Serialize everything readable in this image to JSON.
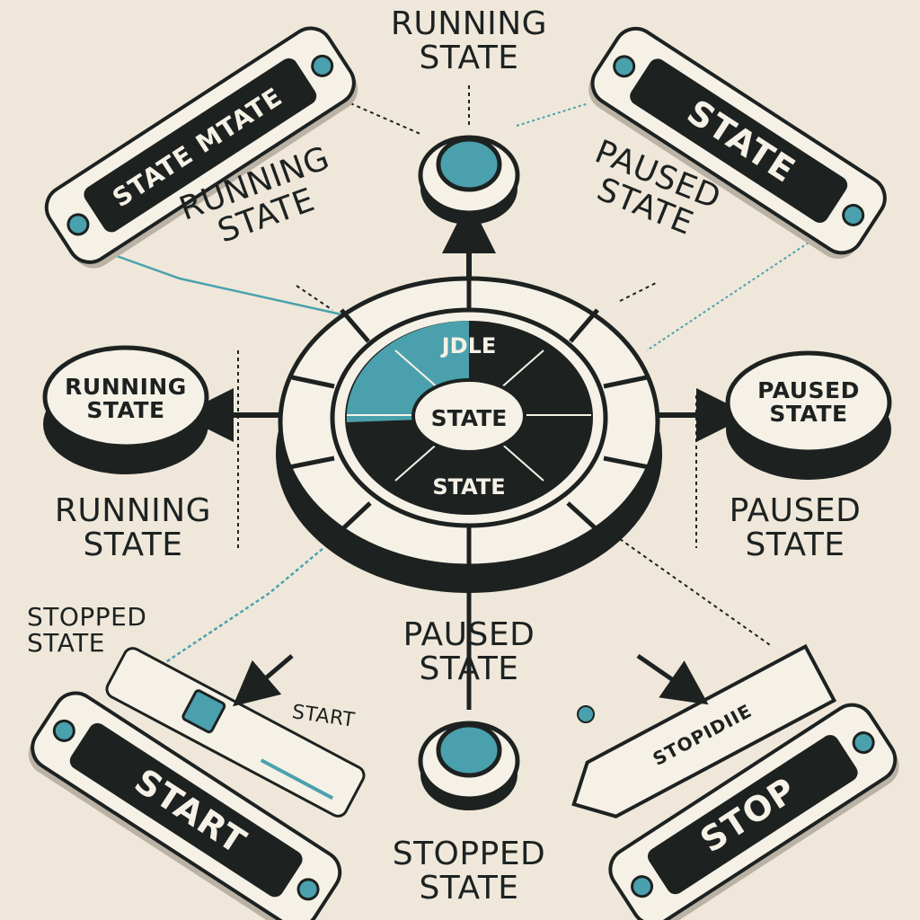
{
  "labels": {
    "top_running": "RUNNING\nSTATE",
    "left_running_upper": "RUNNING\nSTATE",
    "right_paused_upper": "PAUSED\nSTATE",
    "left_running_lower": "RUNNING\nSTATE",
    "right_paused_lower": "PAUSED\nSTATE",
    "left_stopped": "STOPPED\nSTATE",
    "bottom_paused": "PAUSED\nSTATE",
    "bottom_stopped": "STOPPED\nSTATE",
    "start_small": "START"
  },
  "nodes": {
    "left_node": "RUNNING\nSTATE",
    "right_node": "PAUSED\nSTATE"
  },
  "hub": {
    "top_segment": "JDLE",
    "center": "STATE",
    "bottom_segment": "STATE"
  },
  "plates": {
    "top_left": "STATE MTATE",
    "top_right": "STATE",
    "bottom_left": "START",
    "bottom_right": "STOP",
    "arrow_plate": "STOPIDIIE"
  },
  "colors": {
    "background": "#efe8da",
    "dark": "#1d2221",
    "teal": "#4aa1ad",
    "cream": "#f6f1e6"
  }
}
